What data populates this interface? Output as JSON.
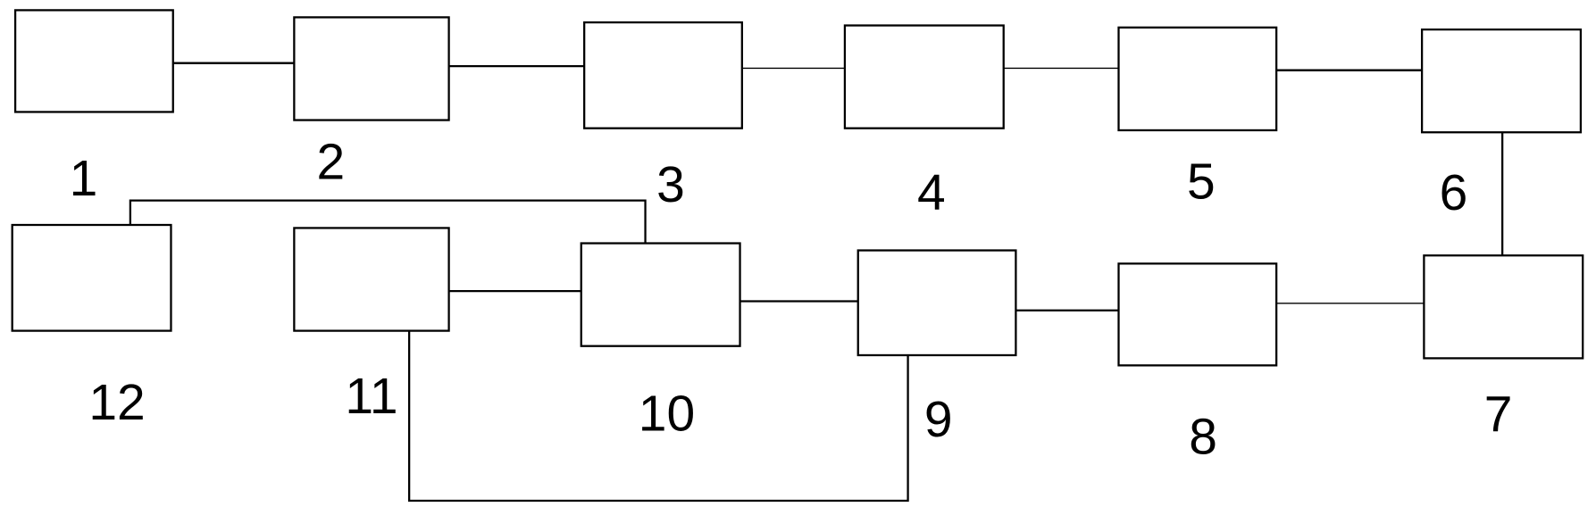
{
  "nodes": [
    {
      "id": 1,
      "label": "1"
    },
    {
      "id": 2,
      "label": "2"
    },
    {
      "id": 3,
      "label": "3"
    },
    {
      "id": 4,
      "label": "4"
    },
    {
      "id": 5,
      "label": "5"
    },
    {
      "id": 6,
      "label": "6"
    },
    {
      "id": 7,
      "label": "7"
    },
    {
      "id": 8,
      "label": "8"
    },
    {
      "id": 9,
      "label": "9"
    },
    {
      "id": 10,
      "label": "10"
    },
    {
      "id": 11,
      "label": "11"
    },
    {
      "id": 12,
      "label": "12"
    }
  ],
  "connections": [
    [
      1,
      2
    ],
    [
      2,
      3
    ],
    [
      3,
      4
    ],
    [
      4,
      5
    ],
    [
      5,
      6
    ],
    [
      6,
      7
    ],
    [
      7,
      8
    ],
    [
      8,
      9
    ],
    [
      9,
      10
    ],
    [
      10,
      11
    ],
    [
      10,
      12
    ],
    [
      11,
      9
    ]
  ],
  "colors": {
    "stroke": "#000000",
    "background": "#ffffff"
  }
}
